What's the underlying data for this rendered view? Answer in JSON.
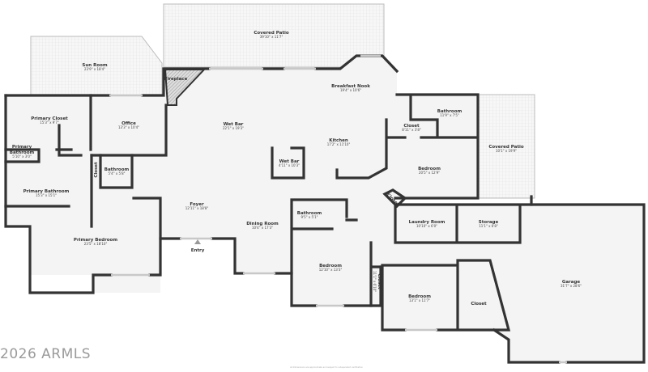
{
  "rooms": {
    "covered_patio_top": {
      "name": "Covered Patio",
      "dims": "39'10\" x 11'7\""
    },
    "sun_room": {
      "name": "Sun Room",
      "dims": "23'9\" x 18'4\""
    },
    "fireplace": {
      "name": "Fireplace"
    },
    "primary_closet": {
      "name": "Primary Closet",
      "dims": "15'3\" x 9'7\""
    },
    "office": {
      "name": "Office",
      "dims": "13'3\" x 10'4\""
    },
    "wet_bar": {
      "name": "Wet Bar",
      "dims": "22'1\" x 19'3\""
    },
    "wet_bar_small": {
      "name": "Wet Bar",
      "dims": "4'11\" x 10'3\""
    },
    "primary_bathroom_small": {
      "name1": "Primary",
      "name2": "Bathroom",
      "dims": "5'10\" x 3'0\""
    },
    "closet_left": {
      "name": "Closet"
    },
    "bathroom_left": {
      "name": "Bathroom",
      "dims": "5'4\" x 5'8\""
    },
    "primary_bathroom": {
      "name": "Primary Bathroom",
      "dims": "15'3\" x 15'1\""
    },
    "primary_bedroom": {
      "name": "Primary Bedroom",
      "dims": "23'5\" x 18'10\""
    },
    "foyer": {
      "name": "Foyer",
      "dims": "12'11\" x 18'8\""
    },
    "entry": {
      "name": "Entry"
    },
    "dining_room": {
      "name": "Dining Room",
      "dims": "10'4\" x 17'3\""
    },
    "breakfast_nook": {
      "name": "Breakfast Nook",
      "dims": "19'4\" x 10'6\""
    },
    "kitchen": {
      "name": "Kitchen",
      "dims": "17'2\" x 11'10\""
    },
    "bathroom_right": {
      "name": "Bathroom",
      "dims": "11'9\" x 7'5\""
    },
    "closet_right": {
      "name": "Closet",
      "dims": "8'11\" x 3'8\""
    },
    "bedroom_right": {
      "name": "Bedroom",
      "dims": "20'5\" x 12'9\""
    },
    "covered_patio_right": {
      "name": "Covered Patio",
      "dims": "10'1\" x 19'9\""
    },
    "closet_diag": {
      "name": "Closet"
    },
    "laundry_room": {
      "name": "Laundry Room",
      "dims": "10'10\" x 6'0\""
    },
    "storage": {
      "name": "Storage",
      "dims": "11'1\" x 6'8\""
    },
    "garage": {
      "name": "Garage",
      "dims": "31'7\" x 28'6\""
    },
    "bathroom_mid": {
      "name": "Bathroom",
      "dims": "9'5\" x 5'1\""
    },
    "bedroom_mid": {
      "name": "Bedroom",
      "dims": "12'10\" x 13'3\""
    },
    "closet_mid": {
      "name": "Closet",
      "dims": "11'1\" x 6'10\""
    },
    "bedroom_low": {
      "name": "Bedroom",
      "dims": "13'1\" x 11'7\""
    },
    "closet_low": {
      "name": "Closet"
    }
  },
  "watermark": "2026 ARMLS",
  "disclaimer": "All Dimensions are approximate and subject to independent verification",
  "colors": {
    "wall": "#333333",
    "floor": "#f4f4f4",
    "window": "#c8c8c8"
  }
}
